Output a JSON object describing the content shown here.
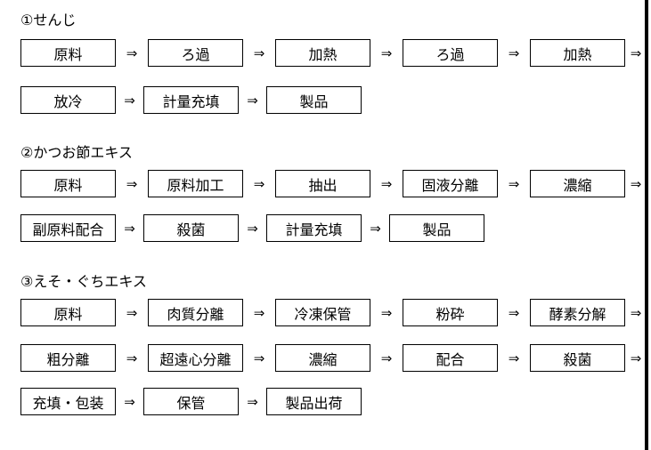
{
  "arrow_glyph": "⇒",
  "colors": {
    "background": "#ffffff",
    "line": "#000000",
    "text": "#000000"
  },
  "sections": [
    {
      "title": "①せんじ",
      "rows": [
        {
          "boxes": [
            "原料",
            "ろ過",
            "加熱",
            "ろ過",
            "加熱"
          ],
          "trailing_arrow": true
        },
        {
          "boxes": [
            "放冷",
            "計量充填",
            "製品"
          ],
          "trailing_arrow": false
        }
      ]
    },
    {
      "title": "②かつお節エキス",
      "rows": [
        {
          "boxes": [
            "原料",
            "原料加工",
            "抽出",
            "固液分離",
            "濃縮"
          ],
          "trailing_arrow": true
        },
        {
          "boxes": [
            "副原料配合",
            "殺菌",
            "計量充填",
            "製品"
          ],
          "trailing_arrow": false
        }
      ]
    },
    {
      "title": "③えそ・ぐちエキス",
      "rows": [
        {
          "boxes": [
            "原料",
            "肉質分離",
            "冷凍保管",
            "粉砕",
            "酵素分解"
          ],
          "trailing_arrow": true
        },
        {
          "boxes": [
            "粗分離",
            "超遠心分離",
            "濃縮",
            "配合",
            "殺菌"
          ],
          "trailing_arrow": true
        },
        {
          "boxes": [
            "充填・包装",
            "保管",
            "製品出荷"
          ],
          "trailing_arrow": false
        }
      ]
    }
  ]
}
